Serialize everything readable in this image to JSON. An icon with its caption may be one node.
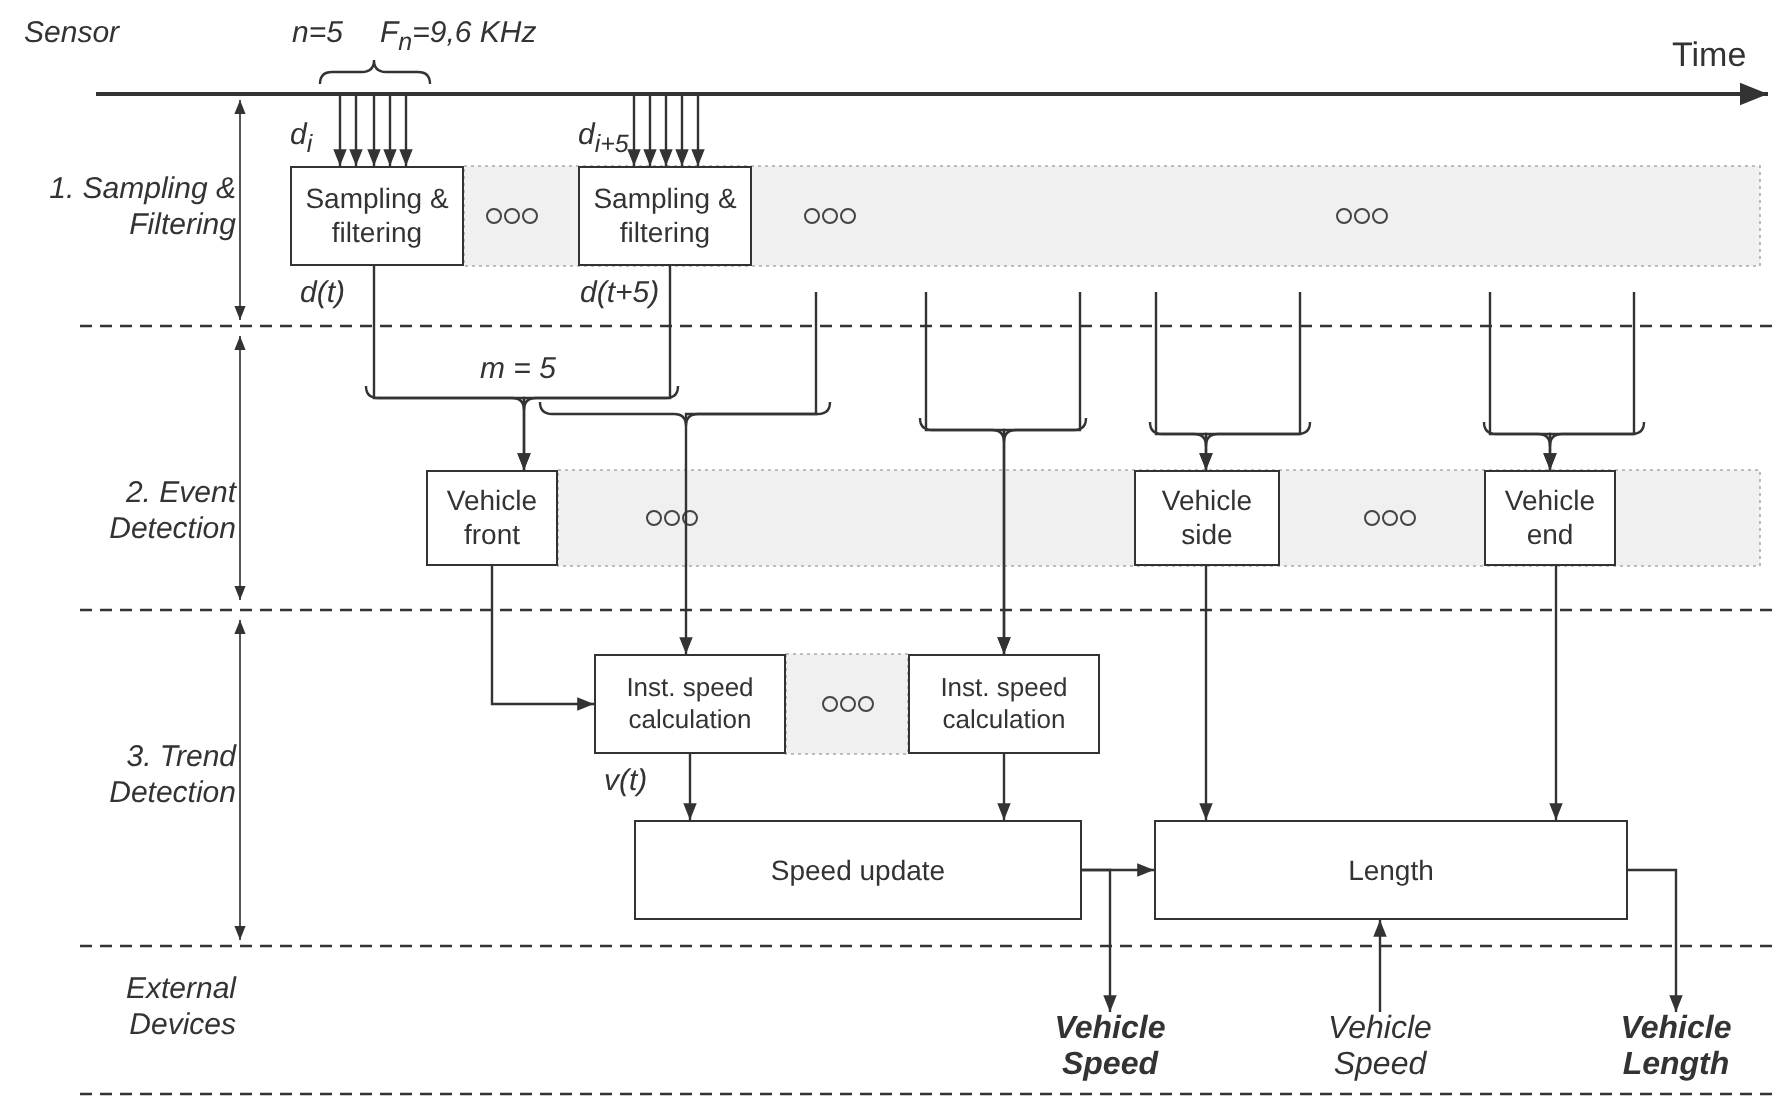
{
  "diagram": {
    "nodes": [
      {
        "text": [
          "Sampling & filtering"
        ]
      },
      {
        "text": [
          "Sampling & filtering"
        ]
      },
      {
        "text": [
          "Vehicle front"
        ]
      },
      {
        "text": [
          "Vehicle side"
        ]
      },
      {
        "text": [
          "Vehicle end"
        ]
      },
      {
        "text": [
          "Inst. speed calculation"
        ]
      },
      {
        "text": [
          "Inst. speed calculation"
        ]
      },
      {
        "text": [
          "Speed update"
        ]
      },
      {
        "text": [
          "Length"
        ]
      },
      {
        "text": [
          "Vehicle Speed"
        ]
      },
      {
        "text": [
          "Vehicle Speed"
        ]
      },
      {
        "text": [
          "Vehicle Length"
        ]
      },
      {
        "text": [],
        "shape": "bar"
      }
    ],
    "edges": [
      {
        "from": 12,
        "to": 0,
        "arrow": "to"
      },
      {
        "from": 12,
        "to": 0,
        "arrow": "to"
      },
      {
        "from": 12,
        "to": 0,
        "arrow": "to"
      },
      {
        "from": 12,
        "to": 0,
        "arrow": "to"
      },
      {
        "from": 12,
        "to": 0,
        "arrow": "to"
      },
      {
        "from": 12,
        "to": 1,
        "arrow": "to"
      },
      {
        "from": 12,
        "to": 1,
        "arrow": "to"
      },
      {
        "from": 12,
        "to": 1,
        "arrow": "to"
      },
      {
        "from": 12,
        "to": 1,
        "arrow": "to"
      },
      {
        "from": 12,
        "to": 1,
        "arrow": "to"
      },
      {
        "from": 0,
        "to": 2,
        "arrow": "to",
        "label": "d(t)"
      },
      {
        "from": 1,
        "to": 2,
        "arrow": "to",
        "label": "d(t+5)"
      },
      {
        "from": null,
        "to": 5,
        "arrow": "to"
      },
      {
        "from": null,
        "to": 6,
        "arrow": "to"
      },
      {
        "from": null,
        "to": 6,
        "arrow": "to"
      },
      {
        "from": null,
        "to": 3,
        "arrow": "to"
      },
      {
        "from": null,
        "to": 3,
        "arrow": "to"
      },
      {
        "from": null,
        "to": 4,
        "arrow": "to"
      },
      {
        "from": null,
        "to": 4,
        "arrow": "to"
      },
      {
        "from": 2,
        "to": 5,
        "arrow": "to"
      },
      {
        "from": 5,
        "to": 7,
        "arrow": "to",
        "label": "v(t)"
      },
      {
        "from": 6,
        "to": 7,
        "arrow": "to"
      },
      {
        "from": 3,
        "to": 8,
        "arrow": "to"
      },
      {
        "from": 4,
        "to": 8,
        "arrow": "to"
      },
      {
        "from": 7,
        "to": 8,
        "arrow": "to"
      },
      {
        "from": 7,
        "to": 9,
        "arrow": "to"
      },
      {
        "from": 10,
        "to": 8,
        "arrow": "to"
      },
      {
        "from": 8,
        "to": 11,
        "arrow": "to"
      }
    ],
    "labels": [
      "Sensor",
      "n=5",
      "F$_{n}$=9,6 KHz",
      "Time",
      "1. Sampling & Filtering",
      "d$_{i}$",
      "d$_{i+5}$",
      "m = 5",
      "2. Event Detection",
      "3. Trend Detection",
      "External Devices"
    ]
  }
}
